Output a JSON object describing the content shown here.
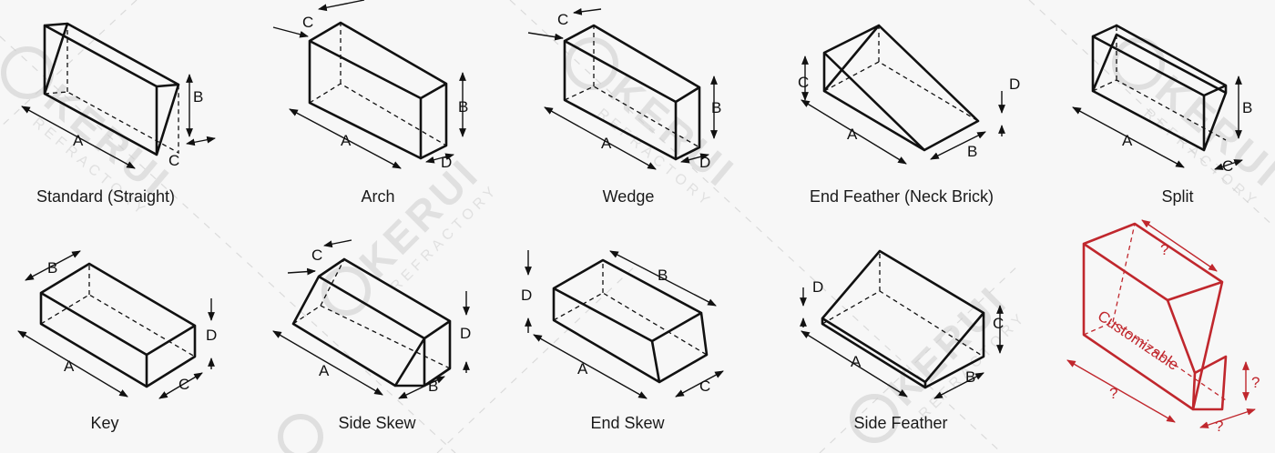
{
  "watermark": {
    "brand": "KERUI",
    "sub": "REFRACTORY"
  },
  "bricks": [
    {
      "caption": "Standard (Straight)",
      "dims": [
        "A",
        "B",
        "C"
      ]
    },
    {
      "caption": "Arch",
      "dims": [
        "A",
        "B",
        "C",
        "D"
      ]
    },
    {
      "caption": "Wedge",
      "dims": [
        "A",
        "B",
        "C",
        "D"
      ]
    },
    {
      "caption": "End Feather (Neck Brick)",
      "dims": [
        "A",
        "B",
        "C",
        "D"
      ]
    },
    {
      "caption": "Split",
      "dims": [
        "A",
        "B",
        "C"
      ]
    },
    {
      "caption": "Key",
      "dims": [
        "A",
        "B",
        "C",
        "D"
      ]
    },
    {
      "caption": "Side Skew",
      "dims": [
        "A",
        "B",
        "C",
        "D"
      ]
    },
    {
      "caption": "End Skew",
      "dims": [
        "A",
        "B",
        "C",
        "D"
      ]
    },
    {
      "caption": "Side Feather",
      "dims": [
        "A",
        "B",
        "C",
        "D"
      ]
    },
    {
      "caption": "",
      "label": "Customizable",
      "dims": [
        "?",
        "?",
        "?",
        "?"
      ],
      "color": "#c0272d"
    }
  ]
}
